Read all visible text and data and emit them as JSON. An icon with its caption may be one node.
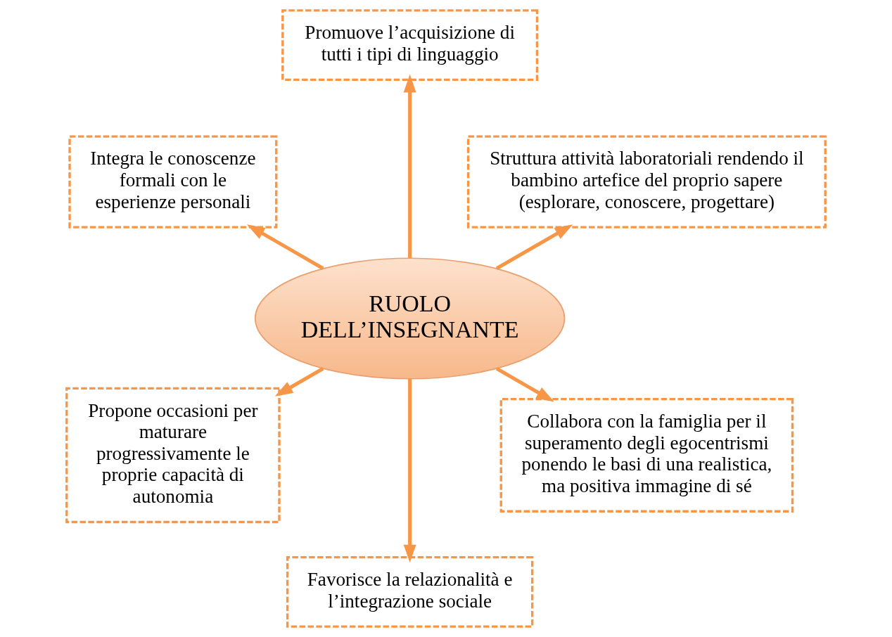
{
  "diagram": {
    "nodes": [
      {
        "text": [
          "Struttura attività laboratoriali rendendo il bambino artefice del proprio sapere (esplorare, conoscere, progettare)"
        ]
      },
      {
        "text": [
          "Promuove l’acquisizione di tutti i tipi di linguaggio"
        ]
      },
      {
        "text": [
          "Integra le conoscenze formali con le esperienze personali"
        ]
      },
      {
        "text": [
          "RUOLO DELL’INSEGNANTE"
        ]
      },
      {
        "text": [
          "Propone occasioni per maturare progressivamente le proprie capacità di autonomia"
        ]
      },
      {
        "text": [
          "Favorisce la relazionalità e l’integrazione sociale"
        ]
      },
      {
        "text": [
          "Collabora con la famiglia per il superamento degli egocentrismi ponendo le basi di una realistica, ma positiva immagine di sé"
        ]
      }
    ],
    "edges": [
      {
        "from": 3,
        "to": 1,
        "arrow": "to"
      },
      {
        "from": 3,
        "to": 0,
        "arrow": "to"
      },
      {
        "from": 3,
        "to": 2,
        "arrow": "to"
      },
      {
        "from": 3,
        "to": 4,
        "arrow": "to"
      },
      {
        "from": 3,
        "to": 6,
        "arrow": "to"
      },
      {
        "from": 3,
        "to": 5,
        "arrow": "to"
      }
    ]
  }
}
